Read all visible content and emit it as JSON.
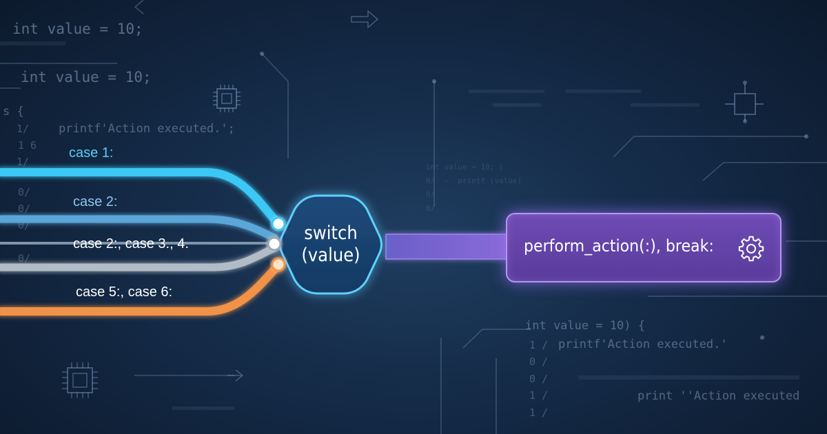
{
  "diagram": {
    "switch_node": {
      "line1": "switch",
      "line2": "(value)"
    },
    "action_node": {
      "label": "perform_action(:), break:",
      "icon": "gear-icon"
    },
    "cases": [
      {
        "label": "case 1:",
        "color": "#3bc8f5"
      },
      {
        "label": "case 2:",
        "color": "#5aa6d8"
      },
      {
        "label": "case 2:, case 3., 4.",
        "color": "#9aa6b4"
      },
      {
        "label": "case 5:, case 6:",
        "color": "#f0934a"
      }
    ]
  },
  "background_code": {
    "top_left": [
      "int value = 10;",
      "int value = 10;",
      "s {",
      "printf'Action executed.';"
    ],
    "bottom_right": [
      "int value = 10) {",
      "printf'Action executed.'",
      "print ''Action executed"
    ],
    "line_numbers_left": [
      "1/",
      "1 6",
      "1/",
      "0/",
      "0/",
      "0/",
      "0/"
    ],
    "line_numbers_right": [
      "1 /",
      "0 /",
      "0 /",
      "1 /",
      "1 /"
    ],
    "faint": [
      "int value = 10; (",
      "0/  -  printf (value)",
      "0/",
      "0/"
    ]
  }
}
